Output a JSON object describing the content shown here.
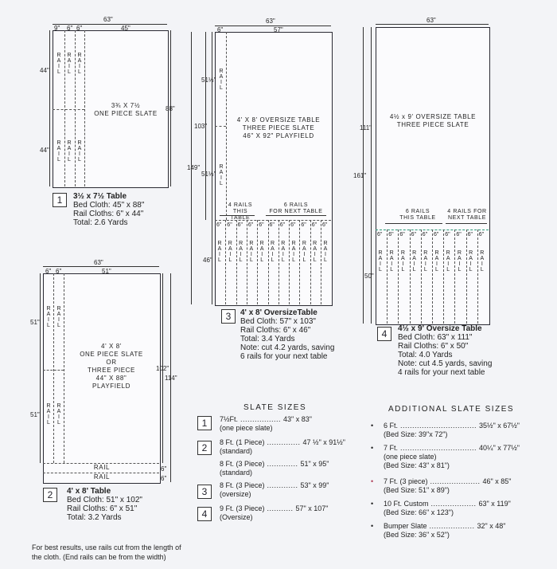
{
  "tables": {
    "t1": {
      "number": "1",
      "dims": {
        "total_width": "63\"",
        "cut_a": "9\"",
        "cut_b": "6\"",
        "cut_c": "6\"",
        "width_main": "45\"",
        "height_upper": "44\"",
        "height_lower": "44\"",
        "height_total": "88\""
      },
      "rail_letters": [
        "R",
        "A",
        "I",
        "L"
      ],
      "center_lines": [
        "3¾ X 7½",
        "ONE PIECE SLATE"
      ],
      "title": "3½ x 7½ Table",
      "lines": [
        "Bed Cloth: 45\" x 88\"",
        "Rail Cloths: 6\" x 44\"",
        "Total: 2.6 Yards"
      ]
    },
    "t2": {
      "number": "2",
      "dims": {
        "total_width": "63\"",
        "cut_a": "6\"",
        "cut_b": "6\"",
        "width_main": "51\"",
        "height_side": "51\"",
        "height_side2": "51\"",
        "height_inner": "102\"",
        "height_total": "114\"",
        "rail_h1": "6\"",
        "rail_h2": "6\""
      },
      "rail_letters": [
        "R",
        "A",
        "I",
        "L"
      ],
      "rail_bottom": "RAIL",
      "center_lines": [
        "4' X 8'",
        "ONE PIECE SLATE",
        "OR",
        "THREE PIECE",
        "44\" X 88\"",
        "PLAYFIELD"
      ],
      "title": "4' x 8' Table",
      "lines": [
        "Bed Cloth: 51\" x 102\"",
        "Rail Cloths: 6\" x 51\"",
        "Total: 3.2 Yards"
      ]
    },
    "t3": {
      "number": "3",
      "dims": {
        "total_width": "63\"",
        "cut_a": "6\"",
        "width_main": "57\"",
        "h1": "51½\"",
        "h2": "103\"",
        "h3": "51½\"",
        "h_total": "149\"",
        "h_rails": "46\"",
        "rail_w": "6\""
      },
      "rail_letters": [
        "R",
        "A",
        "I",
        "L"
      ],
      "center_lines": [
        "4' X 8' OVERSIZE TABLE",
        "THREE  PIECE SLATE",
        "46\" X 92\" PLAYFIELD"
      ],
      "label_this": [
        "4 RAILS",
        "THIS TABLE"
      ],
      "label_next": [
        "6 RAILS",
        "FOR NEXT TABLE"
      ],
      "title": "4' x 8' OversizeTable",
      "lines": [
        "Bed Cloth: 57\" x 103\"",
        "Rail Cloths: 6\" x 46\"",
        "Total: 3.4 Yards",
        "Note: cut 4.2 yards, saving",
        "6 rails for your next table"
      ]
    },
    "t4": {
      "number": "4",
      "dims": {
        "total_width": "63\"",
        "h1": "111\"",
        "h_total": "161\"",
        "h_rails": "50\"",
        "rail_w": "6\""
      },
      "rail_letters": [
        "R",
        "A",
        "I",
        "L"
      ],
      "center_lines": [
        "4½  x 9' OVERSIZE TABLE",
        "THREE PIECE SLATE"
      ],
      "label_this": [
        "6 RAILS",
        "THIS TABLE"
      ],
      "label_next": [
        "4 RAILS FOR",
        "NEXT TABLE"
      ],
      "title": "4½ x 9' Oversize Table",
      "lines": [
        "Bed Cloth: 63\" x 111\"",
        "Rail Cloths: 6\" x 50\"",
        "Total: 4.0 Yards",
        "Note: cut 4.5 yards, saving",
        "4 rails for your next table"
      ]
    }
  },
  "slate_sizes": {
    "title": "SLATE SIZES",
    "rows": [
      {
        "box": "1",
        "name": "7½Ft.",
        "size": "43\" x 83\"",
        "sub": "(one piece slate)"
      },
      {
        "box": "2",
        "name": "8 Ft. (1 Piece)",
        "size": "47 ½\" x 91½\"",
        "sub": "(standard)"
      },
      {
        "box": "",
        "name": "8 Ft. (3 Piece)",
        "size": "51\" x 95\"",
        "sub": "(standard)"
      },
      {
        "box": "3",
        "name": "8 Ft. (3 Piece)",
        "size": "53\" x 99\"",
        "sub": "(oversize)"
      },
      {
        "box": "4",
        "name": "9 Ft. (3 Piece)",
        "size": "57\" x 107\"",
        "sub": "(Oversize)"
      }
    ]
  },
  "additional_sizes": {
    "title": "ADDITIONAL SLATE SIZES",
    "rows": [
      {
        "name": "6 Ft.",
        "size": "35½\" x 67½\"",
        "sub": "(Bed Size: 39\"x 72\")"
      },
      {
        "name": "7 Ft.",
        "size": "40¼\" x 77½\"",
        "sub": "(one piece slate)",
        "sub2": "(Bed Size: 43\" x 81\")"
      },
      {
        "name": "7 Ft. (3 piece)",
        "size": "46\" x 85\"",
        "sub": "(Bed Size: 51\" x 89\")"
      },
      {
        "name": "10 Ft. Custom",
        "size": "63\" x 119\"",
        "sub": "(Bed Size: 66\" x 123\")"
      },
      {
        "name": "Bumper Slate",
        "size": "32\" x 48\"",
        "sub": "(Bed Size: 36\" x 52\")"
      }
    ]
  },
  "footnote": [
    "For best results, use rails cut from the length of",
    "the cloth. (End rails can be from the width)"
  ]
}
